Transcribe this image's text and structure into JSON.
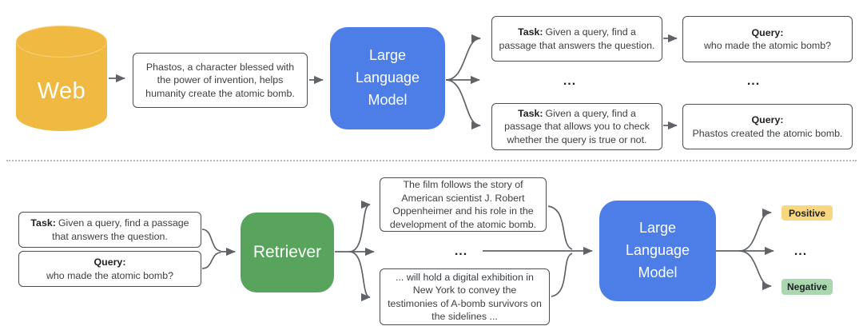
{
  "colors": {
    "llm_blue": "#4d7ee8",
    "retriever_green": "#58a45d",
    "web_yellow": "#f0b941",
    "positive_badge": "#f9d77f",
    "negative_badge": "#a9d7ae",
    "box_border": "#4a4d51",
    "arrow_gray": "#5f6368"
  },
  "top_row": {
    "web": {
      "label": "Web"
    },
    "document": {
      "text": "Phastos, a character blessed with the power of invention, helps humanity create the atomic bomb."
    },
    "llm": {
      "label": "Large\nLanguage\nModel"
    },
    "task_answer": {
      "label": "Task:",
      "text": "Given a query, find a passage that answers the question."
    },
    "task_check": {
      "label": "Task:",
      "text": "Given a query, find a passage that allows you to check whether the query is true or not."
    },
    "query_answer": {
      "label": "Query:",
      "text": "who made the atomic bomb?"
    },
    "query_check": {
      "label": "Query:",
      "text": "Phastos created the atomic bomb."
    },
    "ellipsis_tasks": "...",
    "ellipsis_queries": "..."
  },
  "bottom_row": {
    "task": {
      "label": "Task:",
      "text": "Given a query, find a passage that answers the question."
    },
    "query": {
      "label": "Query:",
      "text": "who made the atomic bomb?"
    },
    "retriever": {
      "label": "Retriever"
    },
    "passage_top": {
      "text": "The film follows the story of American scientist J. Robert Oppenheimer and his role in the development of the atomic bomb."
    },
    "passage_bottom": {
      "text": "... will hold a digital exhibition in New York to convey the testimonies of A-bomb survivors on the sidelines ..."
    },
    "ellipsis_passages": "...",
    "llm": {
      "label": "Large\nLanguage\nModel"
    },
    "positive": {
      "label": "Positive"
    },
    "negative": {
      "label": "Negative"
    },
    "ellipsis_results": "..."
  }
}
